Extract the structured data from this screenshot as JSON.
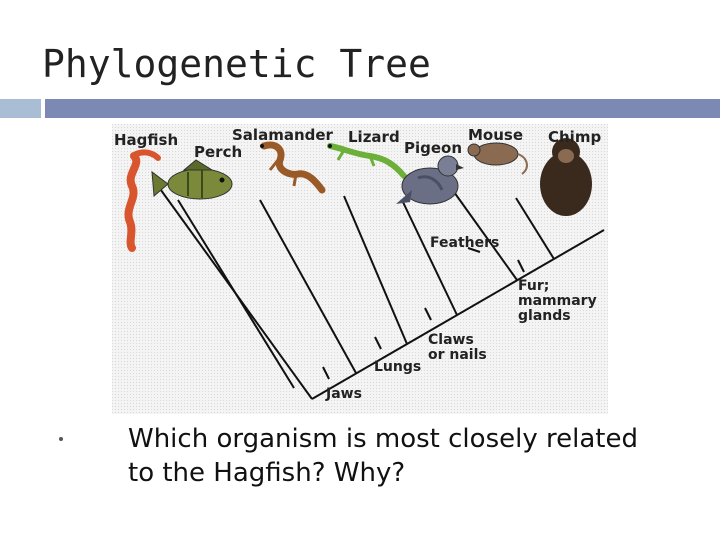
{
  "slide": {
    "title": "Phylogenetic Tree",
    "question_line1": "Which organism is most closely related",
    "question_line2": "to the Hagfish?  Why?"
  },
  "tree": {
    "organisms": [
      "Hagfish",
      "Perch",
      "Salamander",
      "Lizard",
      "Pigeon",
      "Mouse",
      "Chimp"
    ],
    "traits": {
      "jaws": "Jaws",
      "lungs": "Lungs",
      "claws": "Claws",
      "claws_line2": "or nails",
      "feathers": "Feathers",
      "fur": "Fur;",
      "fur_line2": "mammary",
      "fur_line3": "glands"
    }
  },
  "colors": {
    "title_bar_left": "#a9bdd4",
    "title_bar_right": "#7b89b4",
    "hagfish": "#d9552e",
    "perch": "#7a8a3a",
    "salamander": "#9a5a28",
    "lizard": "#6cb03a",
    "pigeon": "#6a6f86",
    "mouse": "#8a6a50",
    "chimp": "#3a2a1e"
  }
}
